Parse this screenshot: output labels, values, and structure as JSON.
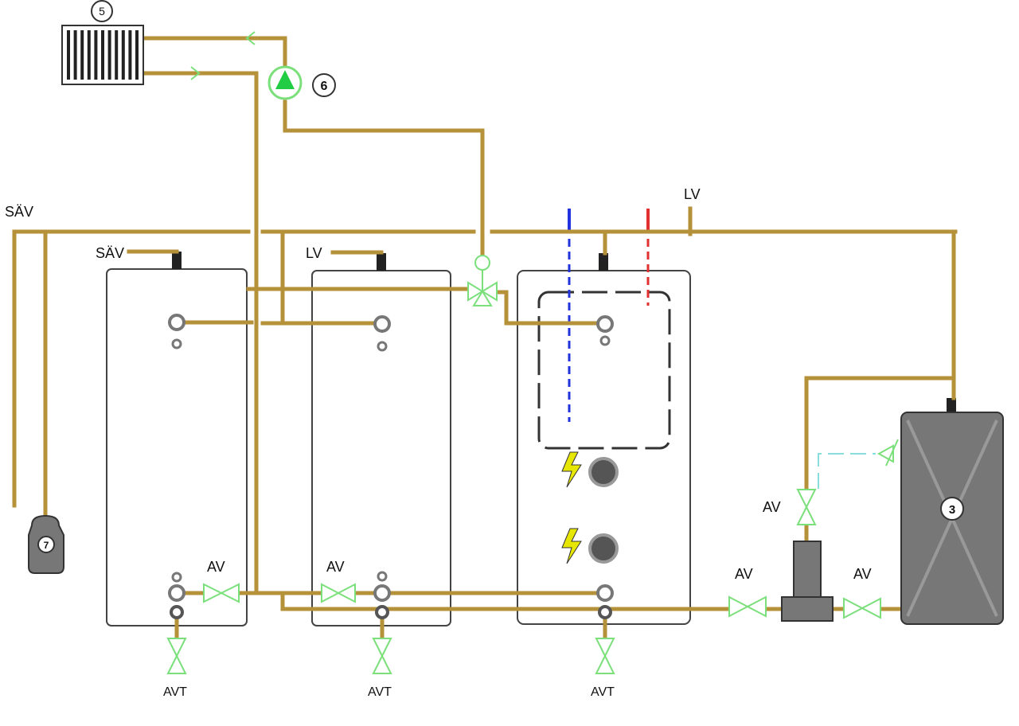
{
  "colors": {
    "pipe": "#b5913a",
    "valve": "#7be07b",
    "tank_outline": "#444444",
    "expansion_tank": "#777777",
    "cold": "#2233dd",
    "hot": "#e03030",
    "heater_bolt": "#e6e600"
  },
  "labels": {
    "sav_top": "SÄV",
    "sav_tank1": "SÄV",
    "lv_tank2": "LV",
    "lv_top": "LV",
    "av_tank1": "AV",
    "av_tank2": "AV",
    "av_tank3": "AV",
    "av_separator": "AV",
    "av_expansion": "AV",
    "avt_tank1": "AVT",
    "avt_tank2": "AVT",
    "avt_tank3": "AVT",
    "pump_number": "6",
    "expansion_number": "3",
    "small_tank_number": "7",
    "radiator_number": "5"
  },
  "icons": {
    "radiator": "radiator-icon",
    "pump": "circulation-pump-icon",
    "mixing_valve": "three-way-valve-icon",
    "shutoff_valve": "shutoff-valve-icon",
    "electric_heater": "electric-heater-icon",
    "expansion_tank": "expansion-tank-icon",
    "safety_valve": "safety-valve-icon"
  }
}
